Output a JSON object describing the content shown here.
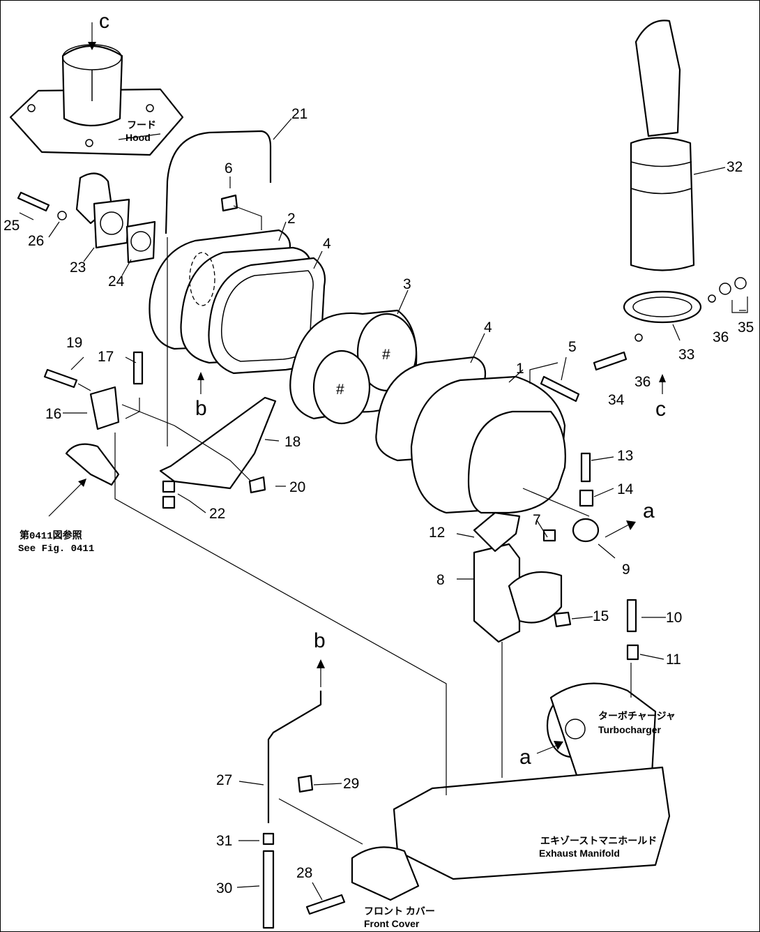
{
  "callouts": {
    "n1": "1",
    "n2": "2",
    "n3": "3",
    "n4a": "4",
    "n4b": "4",
    "n5": "5",
    "n6": "6",
    "n7": "7",
    "n8": "8",
    "n9": "9",
    "n10": "10",
    "n11": "11",
    "n12": "12",
    "n13": "13",
    "n14": "14",
    "n15": "15",
    "n16": "16",
    "n17": "17",
    "n18": "18",
    "n19": "19",
    "n20": "20",
    "n21": "21",
    "n22": "22",
    "n23": "23",
    "n24": "24",
    "n25": "25",
    "n26": "26",
    "n27": "27",
    "n28": "28",
    "n29": "29",
    "n30": "30",
    "n31": "31",
    "n32": "32",
    "n33": "33",
    "n34": "34",
    "n35": "35",
    "n36a": "36",
    "n36b": "36"
  },
  "markers": {
    "c_top": "c",
    "c_mid": "c",
    "b_mid": "b",
    "b_low": "b",
    "a_right": "a",
    "a_low": "a"
  },
  "labels": {
    "hood_jp": "フード",
    "hood_en": "Hood",
    "see_fig_jp": "第0411図参照",
    "see_fig_en": "See Fig. 0411",
    "turbo_jp": "ターボチャージャ",
    "turbo_en": "Turbocharger",
    "exhaust_jp": "エキゾーストマニホールド",
    "exhaust_en": "Exhaust Manifold",
    "front_jp": "フロント カバー",
    "front_en": "Front Cover"
  }
}
